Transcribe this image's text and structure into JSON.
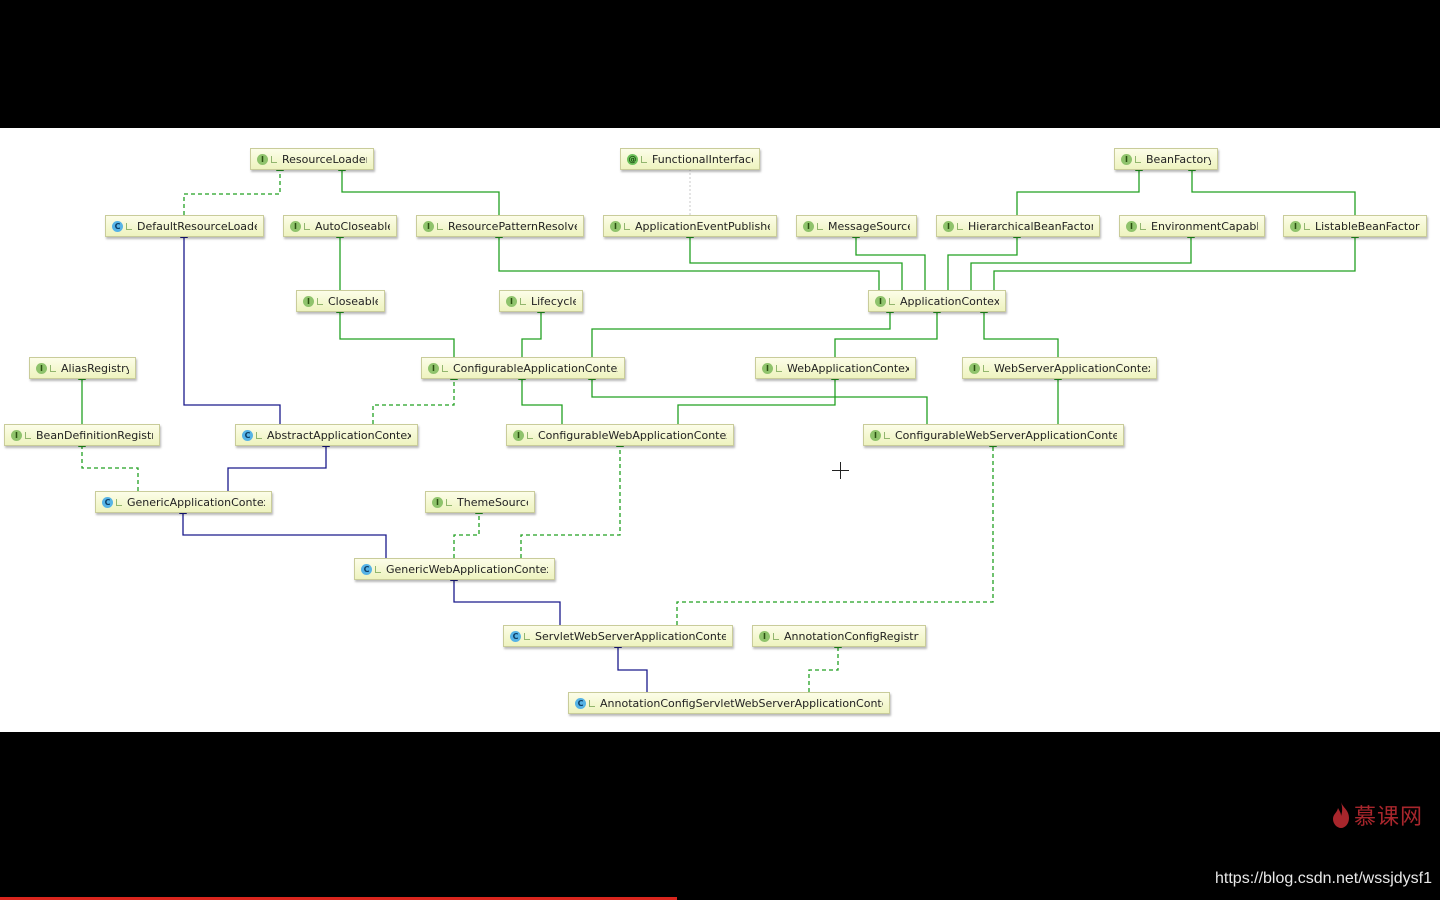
{
  "colors": {
    "extends_interface": "#22a022",
    "extends_class": "#1a1a8c",
    "implements": "#22a022",
    "watermark": "#a8262c"
  },
  "nodes": [
    {
      "id": "ResourceLoader",
      "label": "ResourceLoader",
      "kind": "interface",
      "icon": "interface-icon"
    },
    {
      "id": "FunctionalInterface",
      "label": "FunctionalInterface",
      "kind": "annotation",
      "icon": "annotation-icon"
    },
    {
      "id": "BeanFactory",
      "label": "BeanFactory",
      "kind": "interface",
      "icon": "interface-icon"
    },
    {
      "id": "DefaultResourceLoader",
      "label": "DefaultResourceLoader",
      "kind": "class",
      "icon": "class-icon"
    },
    {
      "id": "AutoCloseable",
      "label": "AutoCloseable",
      "kind": "interface",
      "icon": "interface-icon"
    },
    {
      "id": "ResourcePatternResolver",
      "label": "ResourcePatternResolver",
      "kind": "interface",
      "icon": "interface-icon"
    },
    {
      "id": "ApplicationEventPublisher",
      "label": "ApplicationEventPublisher",
      "kind": "interface",
      "icon": "interface-icon"
    },
    {
      "id": "MessageSource",
      "label": "MessageSource",
      "kind": "interface",
      "icon": "interface-icon"
    },
    {
      "id": "HierarchicalBeanFactory",
      "label": "HierarchicalBeanFactory",
      "kind": "interface",
      "icon": "interface-icon"
    },
    {
      "id": "EnvironmentCapable",
      "label": "EnvironmentCapable",
      "kind": "interface",
      "icon": "interface-icon"
    },
    {
      "id": "ListableBeanFactory",
      "label": "ListableBeanFactory",
      "kind": "interface",
      "icon": "interface-icon"
    },
    {
      "id": "Closeable",
      "label": "Closeable",
      "kind": "interface",
      "icon": "interface-icon"
    },
    {
      "id": "Lifecycle",
      "label": "Lifecycle",
      "kind": "interface",
      "icon": "interface-icon"
    },
    {
      "id": "ApplicationContext",
      "label": "ApplicationContext",
      "kind": "interface",
      "icon": "interface-icon"
    },
    {
      "id": "AliasRegistry",
      "label": "AliasRegistry",
      "kind": "interface",
      "icon": "interface-icon"
    },
    {
      "id": "ConfigurableApplicationContext",
      "label": "ConfigurableApplicationContext",
      "kind": "interface",
      "icon": "interface-icon"
    },
    {
      "id": "WebApplicationContext",
      "label": "WebApplicationContext",
      "kind": "interface",
      "icon": "interface-icon"
    },
    {
      "id": "WebServerApplicationContext",
      "label": "WebServerApplicationContext",
      "kind": "interface",
      "icon": "interface-icon"
    },
    {
      "id": "BeanDefinitionRegistry",
      "label": "BeanDefinitionRegistry",
      "kind": "interface",
      "icon": "interface-icon"
    },
    {
      "id": "AbstractApplicationContext",
      "label": "AbstractApplicationContext",
      "kind": "class",
      "icon": "abstract-class-icon"
    },
    {
      "id": "ConfigurableWebApplicationContext",
      "label": "ConfigurableWebApplicationContext",
      "kind": "interface",
      "icon": "interface-icon"
    },
    {
      "id": "ConfigurableWebServerApplicationContext",
      "label": "ConfigurableWebServerApplicationContext",
      "kind": "interface",
      "icon": "interface-icon"
    },
    {
      "id": "GenericApplicationContext",
      "label": "GenericApplicationContext",
      "kind": "class",
      "icon": "class-icon"
    },
    {
      "id": "ThemeSource",
      "label": "ThemeSource",
      "kind": "interface",
      "icon": "interface-icon"
    },
    {
      "id": "GenericWebApplicationContext",
      "label": "GenericWebApplicationContext",
      "kind": "class",
      "icon": "class-icon"
    },
    {
      "id": "ServletWebServerApplicationContext",
      "label": "ServletWebServerApplicationContext",
      "kind": "class",
      "icon": "class-icon"
    },
    {
      "id": "AnnotationConfigRegistry",
      "label": "AnnotationConfigRegistry",
      "kind": "interface",
      "icon": "interface-icon"
    },
    {
      "id": "AnnotationConfigServletWebServerApplicationContext",
      "label": "AnnotationConfigServletWebServerApplicationContext",
      "kind": "class",
      "icon": "class-icon"
    }
  ],
  "edges": [
    {
      "from": "DefaultResourceLoader",
      "to": "ResourceLoader",
      "type": "implements"
    },
    {
      "from": "ResourcePatternResolver",
      "to": "ResourceLoader",
      "type": "extends"
    },
    {
      "from": "ApplicationEventPublisher",
      "to": "FunctionalInterface",
      "type": "annotated"
    },
    {
      "from": "HierarchicalBeanFactory",
      "to": "BeanFactory",
      "type": "extends"
    },
    {
      "from": "ListableBeanFactory",
      "to": "BeanFactory",
      "type": "extends"
    },
    {
      "from": "Closeable",
      "to": "AutoCloseable",
      "type": "extends"
    },
    {
      "from": "ApplicationContext",
      "to": "ResourcePatternResolver",
      "type": "extends"
    },
    {
      "from": "ApplicationContext",
      "to": "ApplicationEventPublisher",
      "type": "extends"
    },
    {
      "from": "ApplicationContext",
      "to": "MessageSource",
      "type": "extends"
    },
    {
      "from": "ApplicationContext",
      "to": "HierarchicalBeanFactory",
      "type": "extends"
    },
    {
      "from": "ApplicationContext",
      "to": "EnvironmentCapable",
      "type": "extends"
    },
    {
      "from": "ApplicationContext",
      "to": "ListableBeanFactory",
      "type": "extends"
    },
    {
      "from": "ConfigurableApplicationContext",
      "to": "Closeable",
      "type": "extends"
    },
    {
      "from": "ConfigurableApplicationContext",
      "to": "Lifecycle",
      "type": "extends"
    },
    {
      "from": "ConfigurableApplicationContext",
      "to": "ApplicationContext",
      "type": "extends"
    },
    {
      "from": "WebApplicationContext",
      "to": "ApplicationContext",
      "type": "extends"
    },
    {
      "from": "WebServerApplicationContext",
      "to": "ApplicationContext",
      "type": "extends"
    },
    {
      "from": "BeanDefinitionRegistry",
      "to": "AliasRegistry",
      "type": "extends"
    },
    {
      "from": "AbstractApplicationContext",
      "to": "DefaultResourceLoader",
      "type": "extends-class"
    },
    {
      "from": "AbstractApplicationContext",
      "to": "ConfigurableApplicationContext",
      "type": "implements"
    },
    {
      "from": "ConfigurableWebApplicationContext",
      "to": "ConfigurableApplicationContext",
      "type": "extends"
    },
    {
      "from": "ConfigurableWebApplicationContext",
      "to": "WebApplicationContext",
      "type": "extends"
    },
    {
      "from": "ConfigurableWebServerApplicationContext",
      "to": "ConfigurableApplicationContext",
      "type": "extends"
    },
    {
      "from": "ConfigurableWebServerApplicationContext",
      "to": "WebServerApplicationContext",
      "type": "extends"
    },
    {
      "from": "GenericApplicationContext",
      "to": "BeanDefinitionRegistry",
      "type": "implements"
    },
    {
      "from": "GenericApplicationContext",
      "to": "AbstractApplicationContext",
      "type": "extends-class"
    },
    {
      "from": "GenericWebApplicationContext",
      "to": "GenericApplicationContext",
      "type": "extends-class"
    },
    {
      "from": "GenericWebApplicationContext",
      "to": "ThemeSource",
      "type": "implements"
    },
    {
      "from": "GenericWebApplicationContext",
      "to": "ConfigurableWebApplicationContext",
      "type": "implements"
    },
    {
      "from": "ServletWebServerApplicationContext",
      "to": "GenericWebApplicationContext",
      "type": "extends-class"
    },
    {
      "from": "ServletWebServerApplicationContext",
      "to": "ConfigurableWebServerApplicationContext",
      "type": "implements"
    },
    {
      "from": "AnnotationConfigServletWebServerApplicationContext",
      "to": "ServletWebServerApplicationContext",
      "type": "extends-class"
    },
    {
      "from": "AnnotationConfigServletWebServerApplicationContext",
      "to": "AnnotationConfigRegistry",
      "type": "implements"
    }
  ],
  "watermark": {
    "logo_text": "慕课网",
    "logo_icon": "flame-icon",
    "url": "https://blog.csdn.net/wssjdysf1"
  },
  "cursor_icon": "crosshair-cursor-icon",
  "video_progress": 0.47
}
